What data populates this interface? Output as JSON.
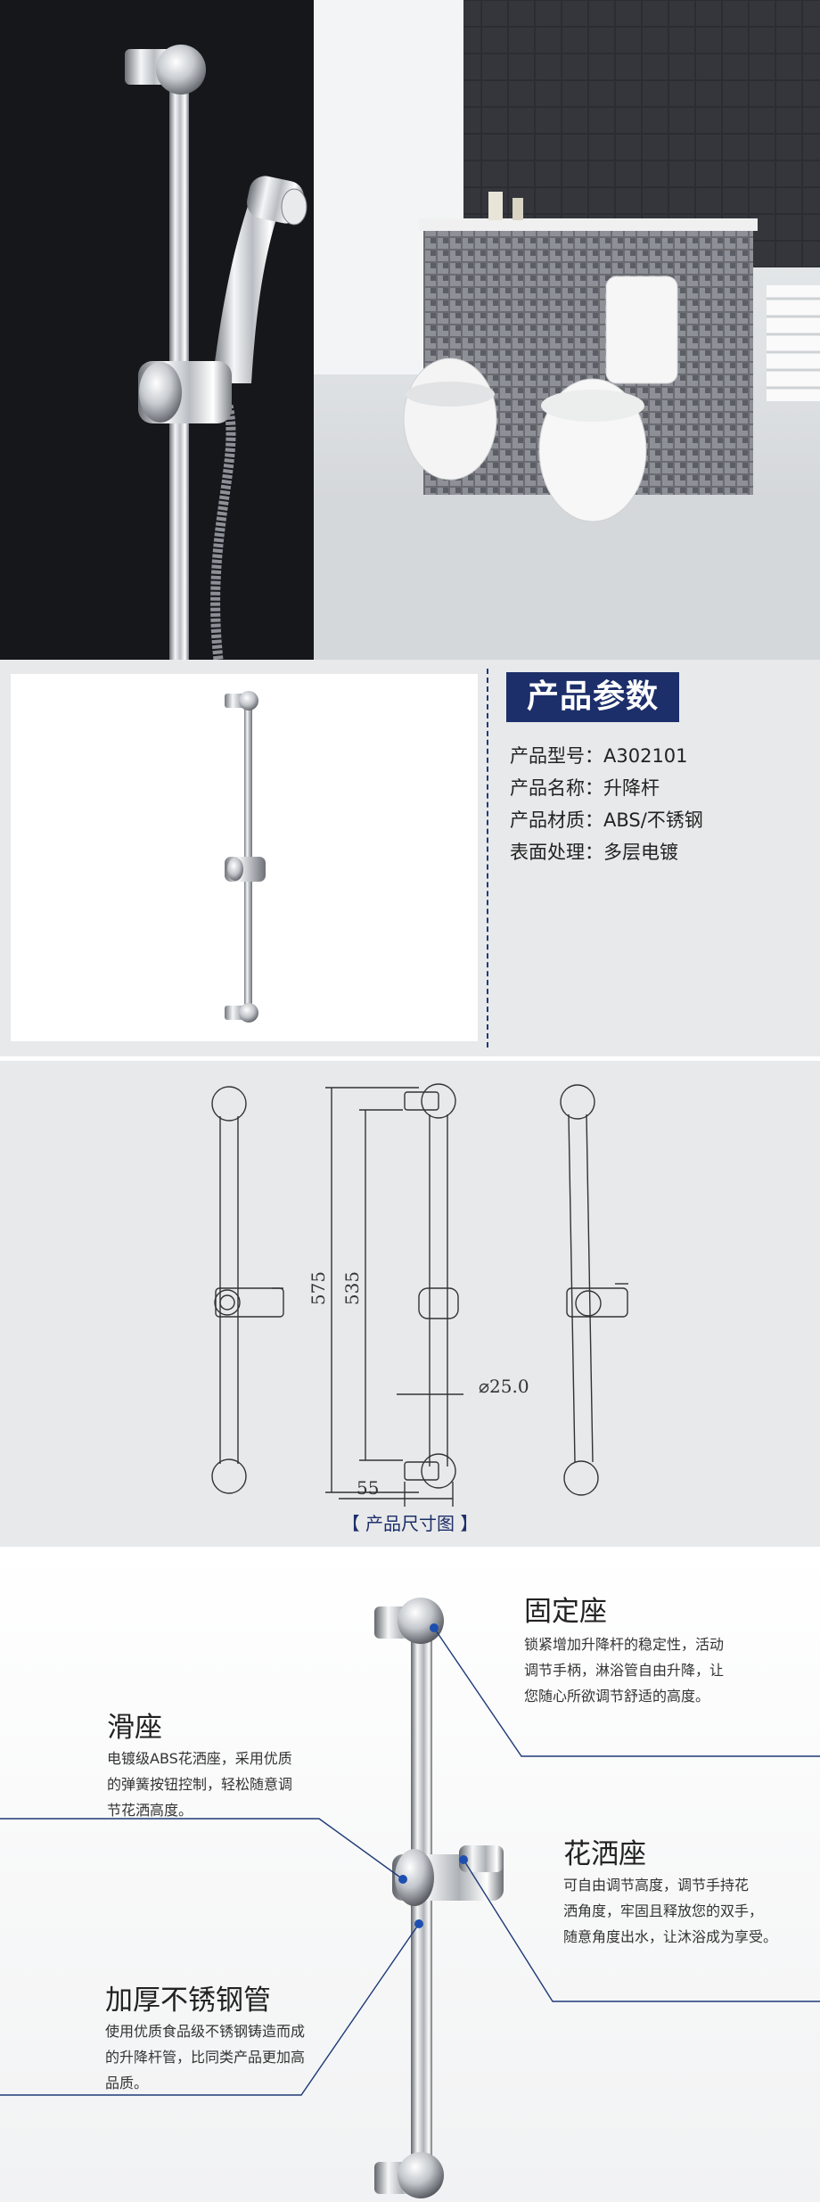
{
  "params": {
    "title": "产品参数",
    "rows": [
      {
        "label": "产品型号：",
        "value": "A302101"
      },
      {
        "label": "产品名称：",
        "value": "升降杆"
      },
      {
        "label": "产品材质：",
        "value": "ABS/不锈钢"
      },
      {
        "label": "表面处理：",
        "value": "多层电镀"
      }
    ]
  },
  "dimensions": {
    "caption": "【 产品尺寸图 】",
    "height_total": "575",
    "height_inner": "535",
    "diameter": "⌀25.0",
    "offset": "55"
  },
  "features": {
    "fixed_seat": {
      "title": "固定座",
      "lines": [
        "锁紧增加升降杆的稳定性，活动",
        "调节手柄，淋浴管自由升降，让",
        "您随心所欲调节舒适的高度。"
      ]
    },
    "slide_seat": {
      "title": "滑座",
      "lines": [
        "电镀级ABS花洒座，采用优质",
        "的弹簧按钮控制，轻松随意调",
        "节花洒高度。"
      ]
    },
    "shower_seat": {
      "title": "花洒座",
      "lines": [
        "可自由调节高度，调节手持花",
        "洒角度，牢固且释放您的双手，",
        "随意角度出水，让沐浴成为享受。"
      ]
    },
    "steel_tube": {
      "title": "加厚不锈钢管",
      "lines": [
        "使用优质食品级不锈钢铸造而成",
        "的升降杆管，比同类产品更加高",
        "品质。"
      ]
    }
  },
  "colors": {
    "navy": "#1d2f6a",
    "accent_blue": "#1e4fb0",
    "chrome": "#c8ccd0"
  }
}
